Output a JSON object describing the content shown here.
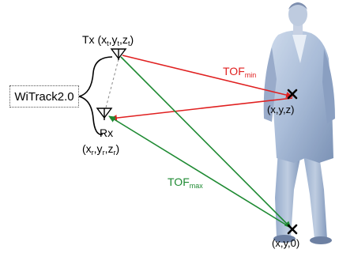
{
  "device": {
    "label": "WiTrack2.0"
  },
  "tx": {
    "name": "Tx",
    "coords_open": "(x",
    "x_sub": "t",
    "y_part": ",y",
    "y_sub": "t",
    "z_part": ",z",
    "z_sub": "t",
    "coords_close": ")"
  },
  "rx": {
    "name": "Rx",
    "coords_open": "(x",
    "x_sub": "r",
    "y_part": ",y",
    "y_sub": "r",
    "z_part": ",z",
    "z_sub": "r",
    "coords_close": ")"
  },
  "tof_min": {
    "base": "TOF",
    "sub": "min",
    "color": "#e02020"
  },
  "tof_max": {
    "base": "TOF",
    "sub": "max",
    "color": "#1e8a32"
  },
  "points": {
    "upper": "(x,y,z)",
    "lower": "(x,y,0)"
  }
}
